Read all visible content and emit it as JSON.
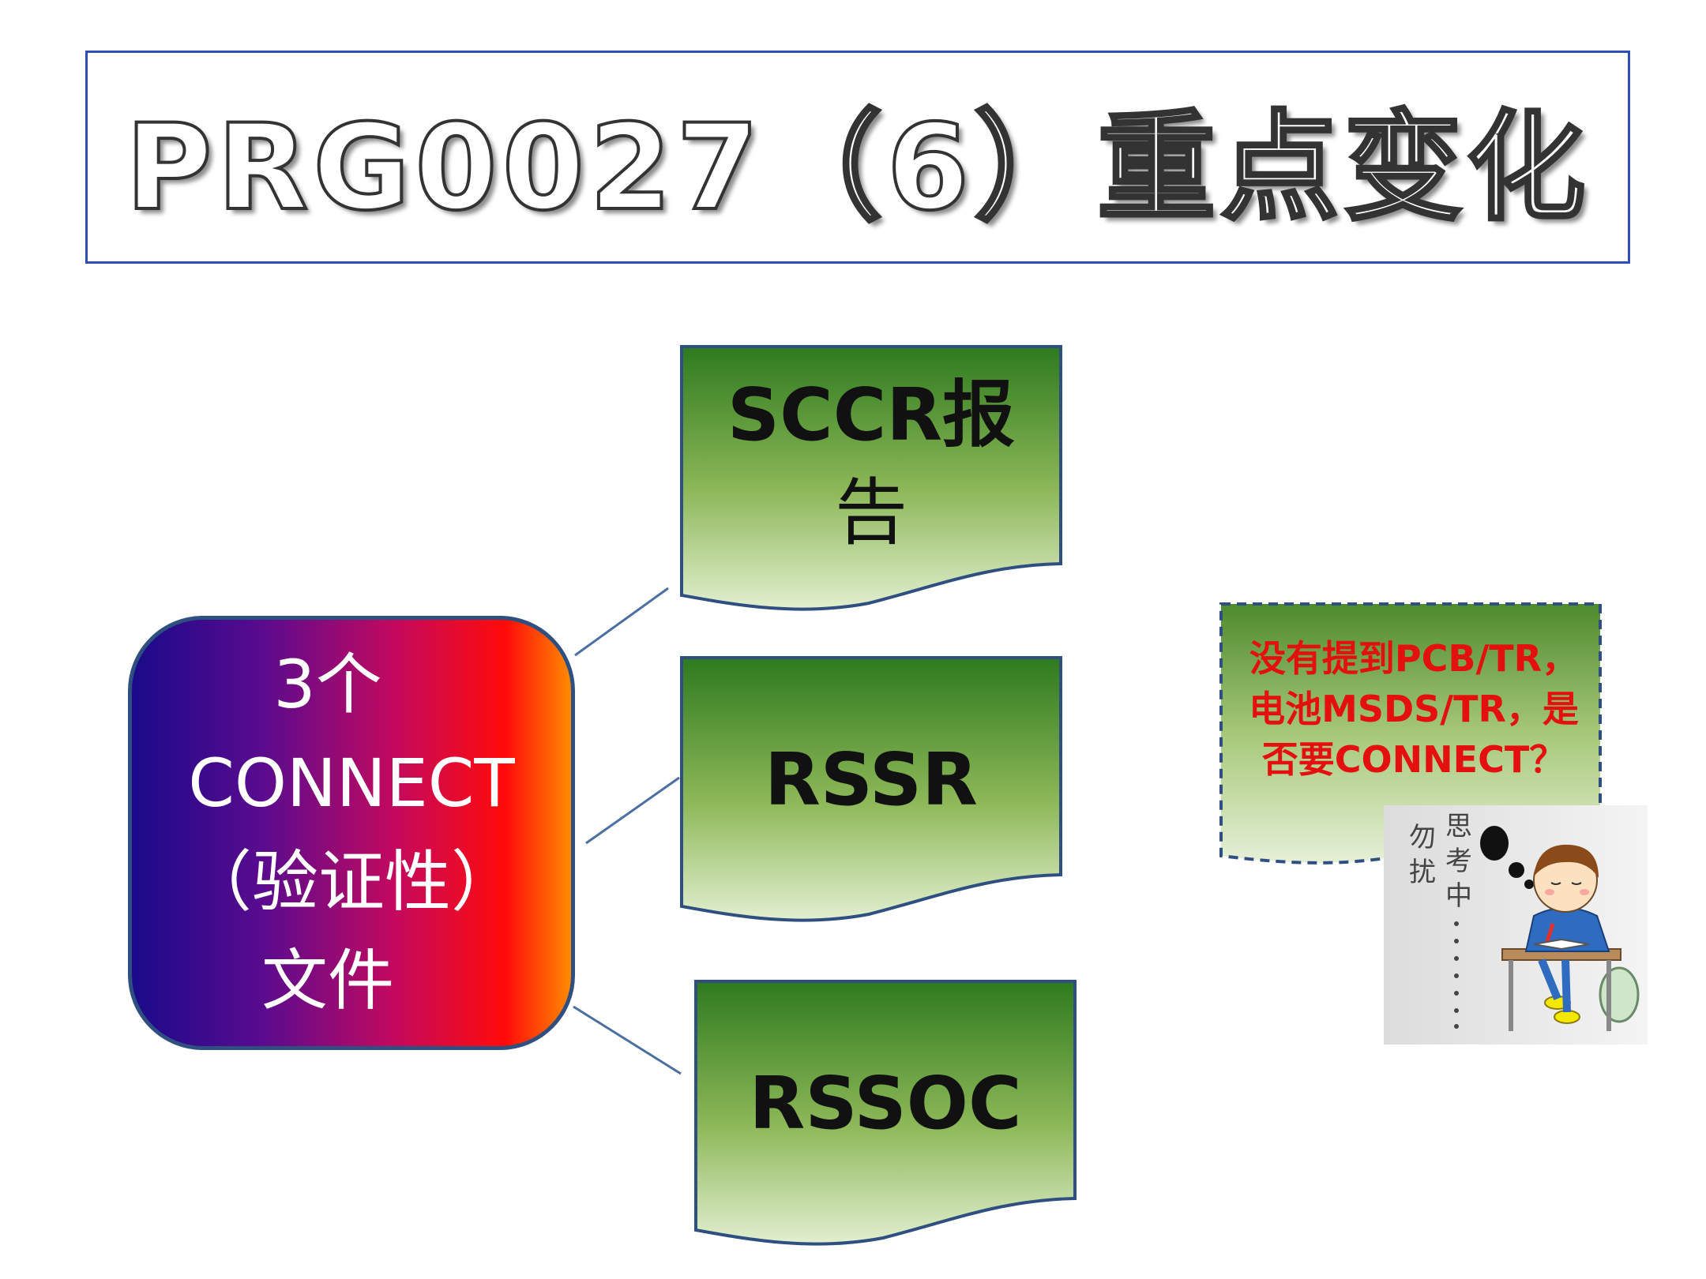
{
  "title": "PRG0027（6）重点变化",
  "hub": {
    "lines": [
      "3个",
      "CONNECT",
      "（验证性）",
      "文件"
    ]
  },
  "documents": [
    {
      "label_line1": "SCCR报",
      "label_line2": "告"
    },
    {
      "label": "RSSR"
    },
    {
      "label": "RSSOC"
    }
  ],
  "note": {
    "lines": [
      "没有提到PCB/TR，",
      "电池MSDS/TR，是",
      "否要CONNECT？"
    ]
  },
  "cartoon": {
    "caption_left": [
      "勿",
      "扰"
    ],
    "caption_right": [
      "思",
      "考",
      "中"
    ],
    "dots": "·······"
  },
  "colors": {
    "title_border": "#2f4fb6",
    "doc_border": "#2f4f80",
    "doc_top": "#2e7a1e",
    "doc_bottom": "#e2efd0",
    "note_text": "#e41010",
    "connector": "#4a6fa0"
  }
}
